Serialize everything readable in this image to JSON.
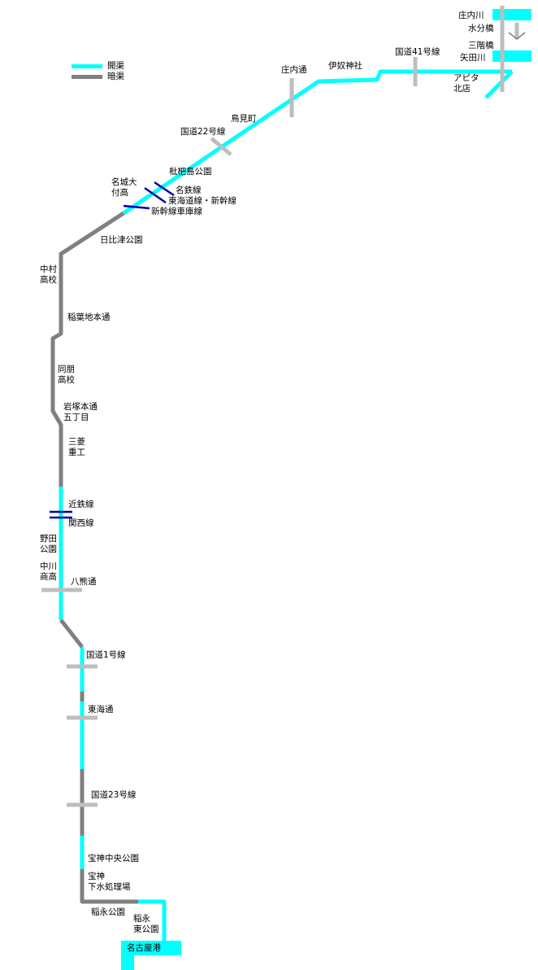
{
  "colors": {
    "open": "#00ffff",
    "culvert": "#808080",
    "road": "#bebebe",
    "rail": "#0000aa"
  },
  "legend": {
    "open": "開渠",
    "culvert": "暗渠"
  },
  "labels": {
    "shonaigawa": "庄内川",
    "suibunkyo": "水分橋",
    "sangaibashi": "三階橋",
    "yadagawa": "矢田川",
    "apita": "アピタ\n北店",
    "route41": "国道41号線",
    "inujinja": "伊奴神社",
    "shonaidori": "庄内通",
    "torimicho": "鳥見町",
    "route22": "国道22号線",
    "biwajima": "枇杷島公園",
    "meijo": "名城大\n付高",
    "meitetsu": "名鉄線",
    "tokaido": "東海道線・新幹線",
    "shinkansen_depot": "新幹線車庫線",
    "hibitsu": "日比津公園",
    "nakamura": "中村\n高校",
    "inabaji": "稲葉地本通",
    "doho": "同朋\n高校",
    "iwatsuka": "岩塚本通\n五丁目",
    "mitsubishi": "三菱\n重工",
    "kintetsu": "近鉄線",
    "kansai": "関西線",
    "noda": "野田\n公園",
    "nakagawa": "中川\n商高",
    "hachiyo": "八熊通",
    "route1": "国道1号線",
    "tokaidori": "東海通",
    "route23": "国道23号線",
    "takara_park": "宝神中央公園",
    "takara_sewage": "宝神\n下水処理場",
    "inae_park": "稲永公園",
    "inae_east": "稲永\n東公園",
    "nagoya_port": "名古屋港"
  }
}
